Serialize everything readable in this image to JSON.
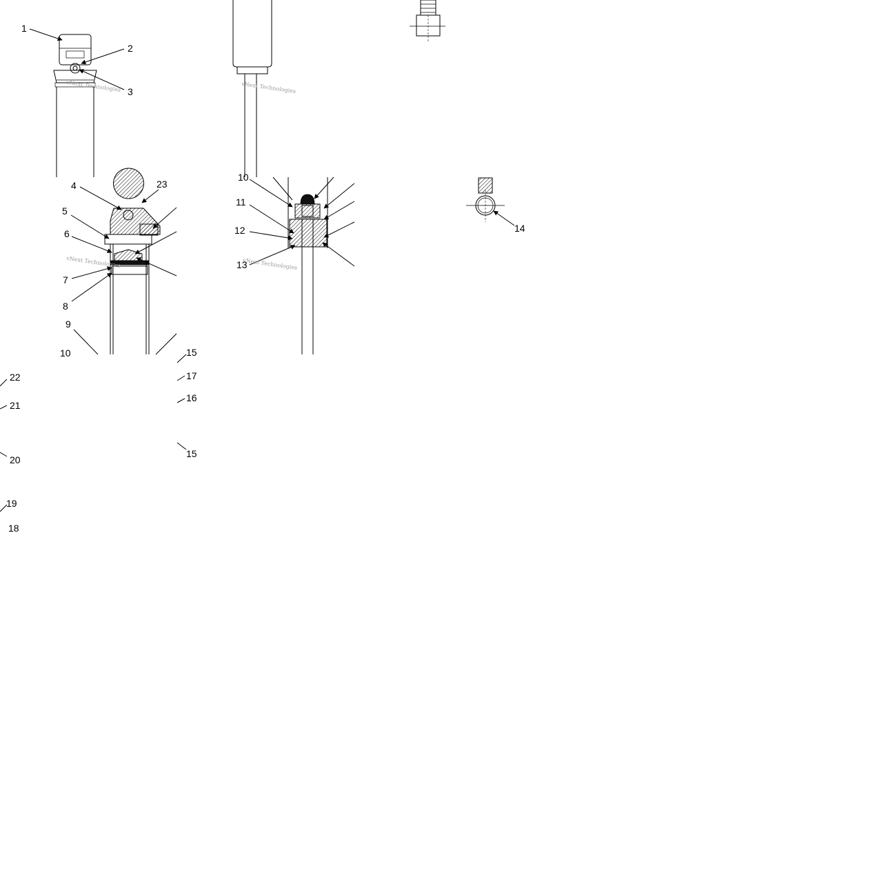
{
  "diagram": {
    "callouts": [
      "1",
      "2",
      "3",
      "4",
      "5",
      "6",
      "7",
      "8",
      "9",
      "10",
      "23",
      "10",
      "11",
      "12",
      "13",
      "14",
      "22",
      "21",
      "20",
      "19",
      "18",
      "17",
      "16",
      "15",
      "15"
    ],
    "watermark_text": "vNext Technologies",
    "colors": {
      "line": "#000000",
      "background": "#ffffff",
      "watermark": "#9a9a9a"
    }
  }
}
